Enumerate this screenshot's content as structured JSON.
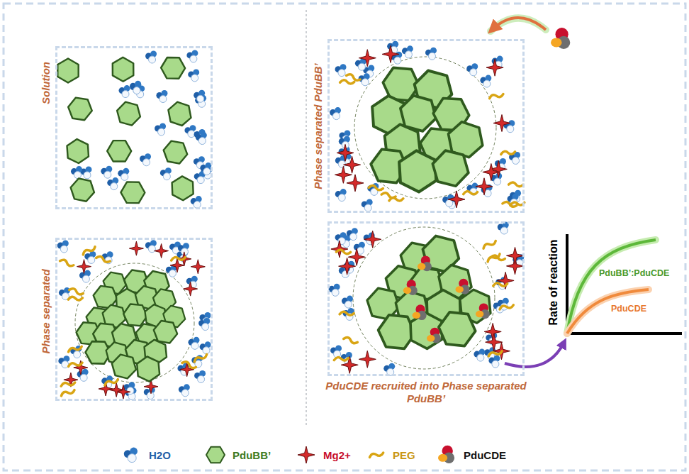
{
  "diagram": {
    "nodes": [
      {
        "text": [
          "Solution"
        ]
      },
      {
        "text": [
          "Phase separated"
        ]
      },
      {
        "text": [
          "Phase separated PduBB’"
        ]
      },
      {
        "text": [
          "PduCDE recruited into Phase separated PduBB’"
        ]
      }
    ],
    "labels": [
      "Rate of reaction",
      "PduBB’:PduCDE",
      "PduCDE"
    ],
    "legend": [
      {
        "text": "H2O"
      },
      {
        "text": "PduBB’"
      },
      {
        "text": "Mg2+"
      },
      {
        "text": "PEG"
      },
      {
        "text": "PduCDE"
      }
    ]
  }
}
